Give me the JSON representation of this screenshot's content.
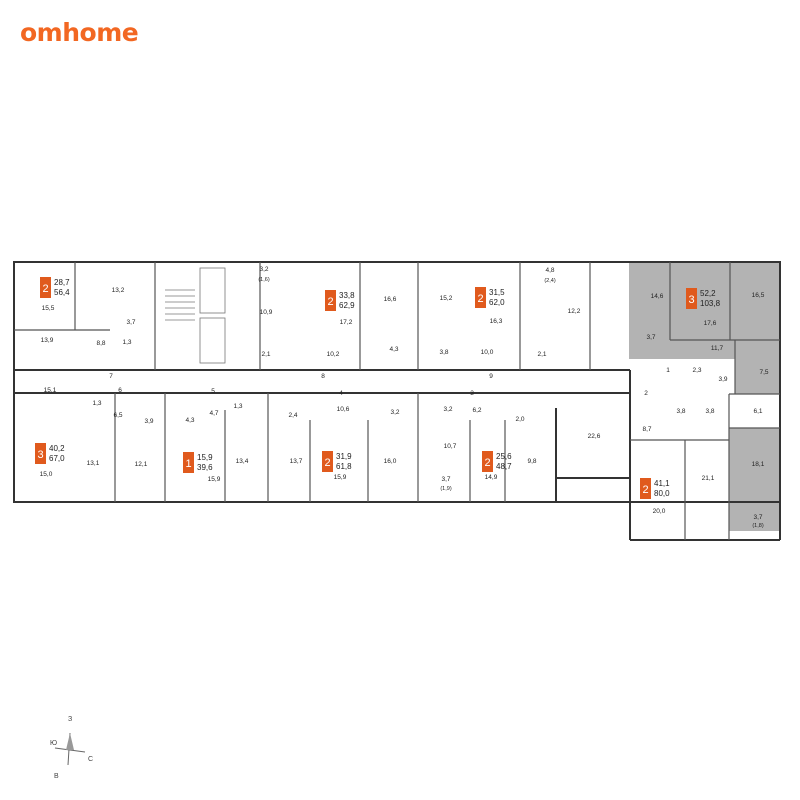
{
  "brand": {
    "logo_text": "omhome",
    "accent_color": "#f26722"
  },
  "colors": {
    "wall": "#333333",
    "highlight": "#b3b3b3",
    "badge": "#e05a1d"
  },
  "apartments": [
    {
      "rooms": "2",
      "living": "28,7",
      "total": "56,4",
      "highlighted": false
    },
    {
      "rooms": "2",
      "living": "33,8",
      "total": "62,9",
      "highlighted": false
    },
    {
      "rooms": "2",
      "living": "31,5",
      "total": "62,0",
      "highlighted": false
    },
    {
      "rooms": "3",
      "living": "52,2",
      "total": "103,8",
      "highlighted": true
    },
    {
      "rooms": "3",
      "living": "40,2",
      "total": "67,0",
      "highlighted": false
    },
    {
      "rooms": "1",
      "living": "15,9",
      "total": "39,6",
      "highlighted": false
    },
    {
      "rooms": "2",
      "living": "31,9",
      "total": "61,8",
      "highlighted": false
    },
    {
      "rooms": "2",
      "living": "25,6",
      "total": "48,7",
      "highlighted": false
    },
    {
      "rooms": "2",
      "living": "41,1",
      "total": "80,0",
      "highlighted": false
    }
  ],
  "room_areas": [
    "13,2",
    "15,5",
    "3,7",
    "13,9",
    "8,8",
    "1,3",
    "3,2",
    "(1,6)",
    "10,9",
    "16,6",
    "17,2",
    "2,1",
    "10,2",
    "4,3",
    "15,2",
    "3,8",
    "10,0",
    "16,3",
    "4,8",
    "(2,4)",
    "12,2",
    "2,1",
    "14,6",
    "16,5",
    "3,7",
    "17,6",
    "11,7",
    "2,3",
    "3,9",
    "7,5",
    "15,1",
    "6,5",
    "3,9",
    "1,3",
    "15,0",
    "13,1",
    "12,1",
    "4,3",
    "4,7",
    "1,3",
    "15,9",
    "13,4",
    "2,4",
    "13,7",
    "10,6",
    "15,9",
    "16,0",
    "3,2",
    "3,2",
    "6,2",
    "10,7",
    "3,7",
    "(1,9)",
    "14,9",
    "9,8",
    "2,0",
    "22,6",
    "8,7",
    "3,8",
    "3,8",
    "6,1",
    "20,0",
    "21,1",
    "18,1",
    "3,7",
    "(1,8)"
  ],
  "corridor_numbers": [
    "7",
    "8",
    "9",
    "1",
    "6",
    "5",
    "4",
    "3",
    "2"
  ],
  "compass": {
    "north": "З",
    "west": "Ю",
    "east": "С",
    "south": "В"
  }
}
